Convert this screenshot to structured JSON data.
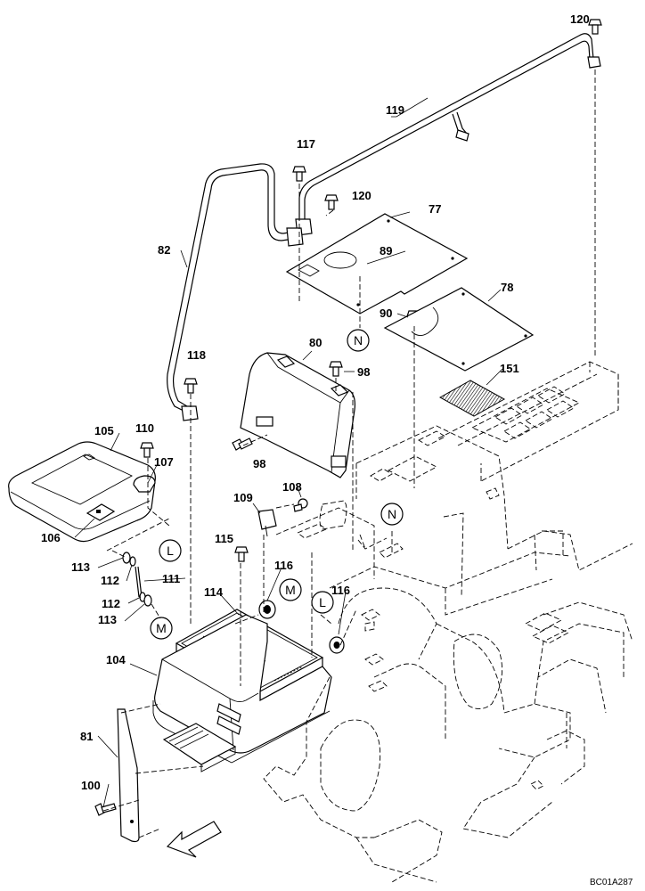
{
  "callouts": [
    {
      "id": "c120a",
      "text": "120"
    },
    {
      "id": "c119",
      "text": "119"
    },
    {
      "id": "c117",
      "text": "117"
    },
    {
      "id": "c120b",
      "text": "120"
    },
    {
      "id": "c77",
      "text": "77"
    },
    {
      "id": "c82",
      "text": "82"
    },
    {
      "id": "c89",
      "text": "89"
    },
    {
      "id": "c78",
      "text": "78"
    },
    {
      "id": "c90",
      "text": "90"
    },
    {
      "id": "c80",
      "text": "80"
    },
    {
      "id": "c118",
      "text": "118"
    },
    {
      "id": "c98a",
      "text": "98"
    },
    {
      "id": "c151",
      "text": "151"
    },
    {
      "id": "c105",
      "text": "105"
    },
    {
      "id": "c110",
      "text": "110"
    },
    {
      "id": "c107",
      "text": "107"
    },
    {
      "id": "c98b",
      "text": "98"
    },
    {
      "id": "c108",
      "text": "108"
    },
    {
      "id": "c109",
      "text": "109"
    },
    {
      "id": "c106",
      "text": "106"
    },
    {
      "id": "c115",
      "text": "115"
    },
    {
      "id": "c113a",
      "text": "113"
    },
    {
      "id": "c112a",
      "text": "112"
    },
    {
      "id": "c111",
      "text": "111"
    },
    {
      "id": "c116a",
      "text": "116"
    },
    {
      "id": "c116b",
      "text": "116"
    },
    {
      "id": "c114",
      "text": "114"
    },
    {
      "id": "c112b",
      "text": "112"
    },
    {
      "id": "c113b",
      "text": "113"
    },
    {
      "id": "c104",
      "text": "104"
    },
    {
      "id": "c81",
      "text": "81"
    },
    {
      "id": "c100",
      "text": "100"
    }
  ],
  "markers": [
    {
      "id": "mN1",
      "text": "N"
    },
    {
      "id": "mN2",
      "text": "N"
    },
    {
      "id": "mL1",
      "text": "L"
    },
    {
      "id": "mL2",
      "text": "L"
    },
    {
      "id": "mM1",
      "text": "M"
    },
    {
      "id": "mM2",
      "text": "M"
    }
  ],
  "drawing_code": "BC01A287"
}
